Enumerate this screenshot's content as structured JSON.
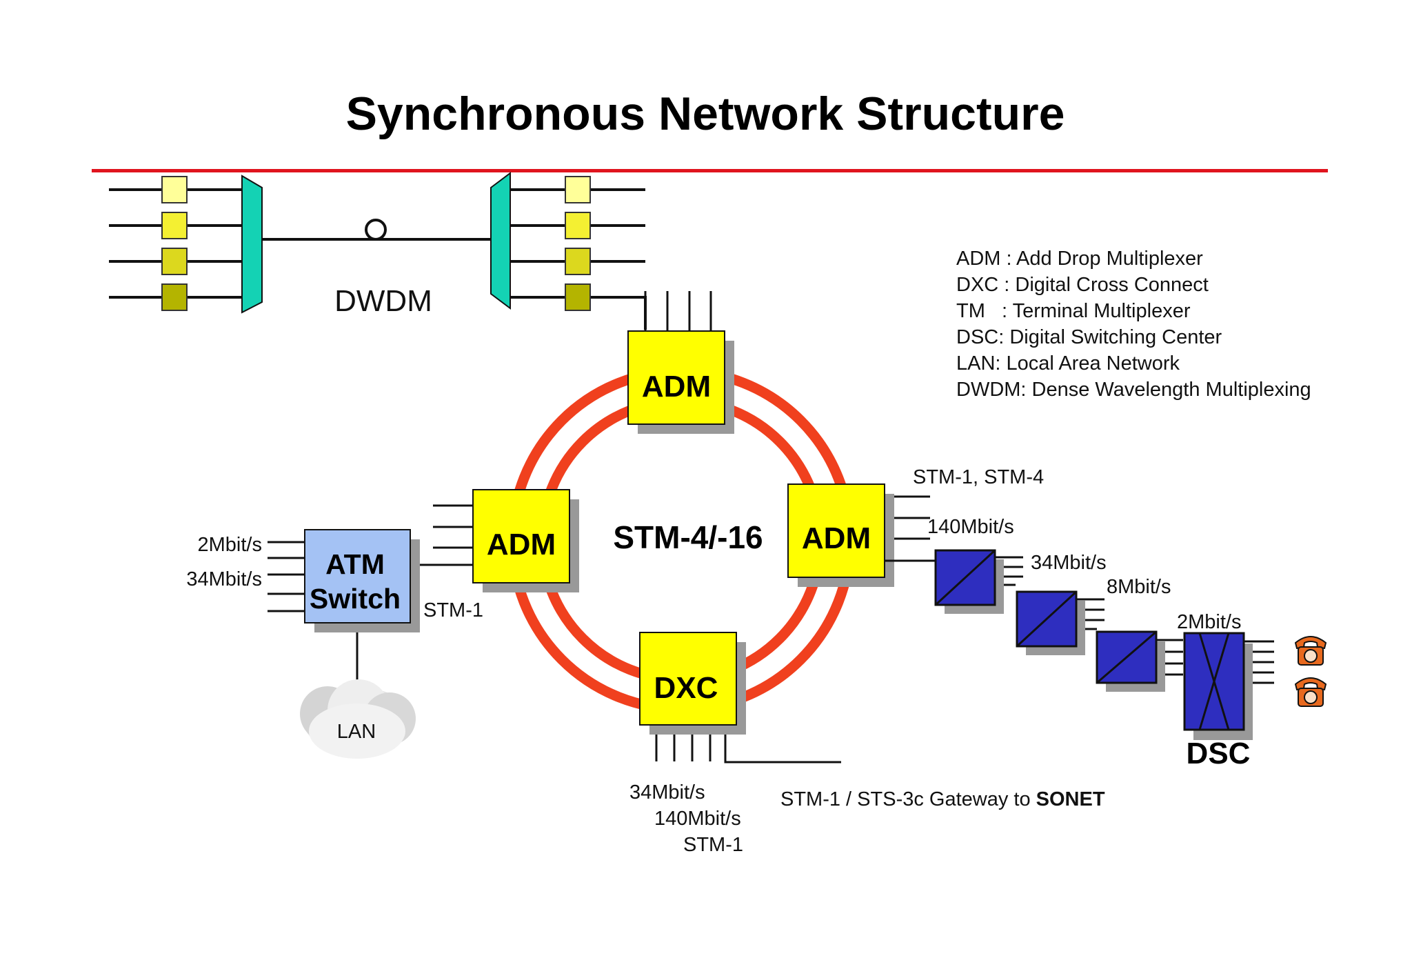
{
  "title": "Synchronous Network Structure",
  "colors": {
    "title_rule": "#e0141e",
    "ring": "#f0401e",
    "node_fill": "#ffff00",
    "atm_fill": "#a4c2f4",
    "mux_fill": "#2e2ebf",
    "dwdm_fill": "#14d2b4",
    "shadow": "#999999",
    "phone": "#e8691e"
  },
  "dwdm": {
    "label": "DWDM",
    "channel_colors": [
      "#ffff99",
      "#f4f032",
      "#dcd81e",
      "#b4b400"
    ]
  },
  "legend": [
    "ADM : Add Drop Multiplexer",
    "DXC : Digital Cross Connect",
    "TM   : Terminal Multiplexer",
    "DSC:  Digital Switching Center",
    "LAN: Local Area Network",
    "DWDM: Dense Wavelength Multiplexing"
  ],
  "ring": {
    "label": "STM-4/-16"
  },
  "nodes": {
    "adm_top": "ADM",
    "adm_left": "ADM",
    "adm_right": "ADM",
    "dxc": "DXC",
    "atm_line1": "ATM",
    "atm_line2": "Switch",
    "lan": "LAN",
    "dsc": "DSC"
  },
  "labels": {
    "atm_in_1": "2Mbit/s",
    "atm_in_2": "34Mbit/s",
    "atm_out": "STM-1",
    "adm_right_1": "STM-1, STM-4",
    "adm_right_2": "140Mbit/s",
    "mux_1": "34Mbit/s",
    "mux_2": "8Mbit/s",
    "mux_3": "2Mbit/s",
    "dxc_1": "34Mbit/s",
    "dxc_2": "140Mbit/s",
    "dxc_3": "STM-1",
    "gateway_prefix": "STM-1 / STS-3c Gateway to ",
    "gateway_bold": "SONET"
  },
  "icons": [
    "telephone-icon",
    "telephone-icon",
    "cloud-icon",
    "cross-connect-icon",
    "demux-icon"
  ]
}
